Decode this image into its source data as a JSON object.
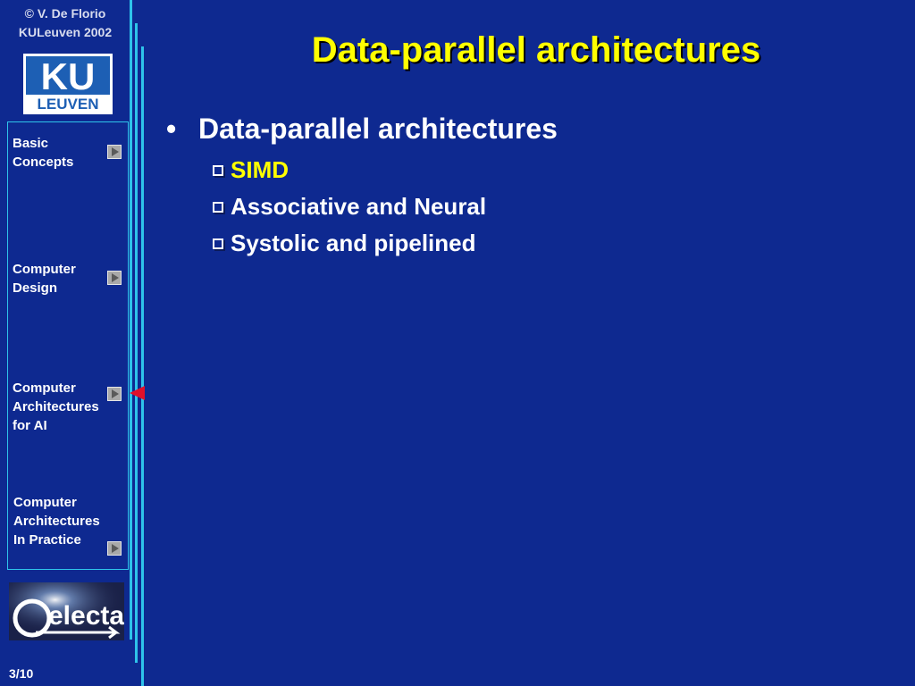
{
  "header": {
    "copyright_line1": "© V. De Florio",
    "copyright_line2": "KULeuven 2002",
    "logo_text_top": "KU",
    "logo_text_bottom": "LEUVEN"
  },
  "nav": {
    "items": [
      {
        "label": "Basic\nConcepts"
      },
      {
        "label": "Computer\nDesign"
      },
      {
        "label": "Computer\nArchitectures\nfor AI"
      },
      {
        "label": "Computer\nArchitectures\nIn Practice"
      }
    ],
    "current_index": 2
  },
  "footer": {
    "electa_logo_text": "electa",
    "page_number": "3/10"
  },
  "slide": {
    "title": "Data-parallel architectures",
    "bullet_symbol": "•",
    "main_bullet": "Data-parallel architectures",
    "sub_bullets": [
      {
        "text": "SIMD",
        "color": "#ffff00"
      },
      {
        "text": "Associative and Neural",
        "color": "#ffffff"
      },
      {
        "text": "Systolic and pipelined",
        "color": "#ffffff"
      }
    ]
  },
  "colors": {
    "background": "#0e2990",
    "accent_line": "#2ec3ea",
    "title": "#ffff00",
    "marker": "#e0102a"
  }
}
